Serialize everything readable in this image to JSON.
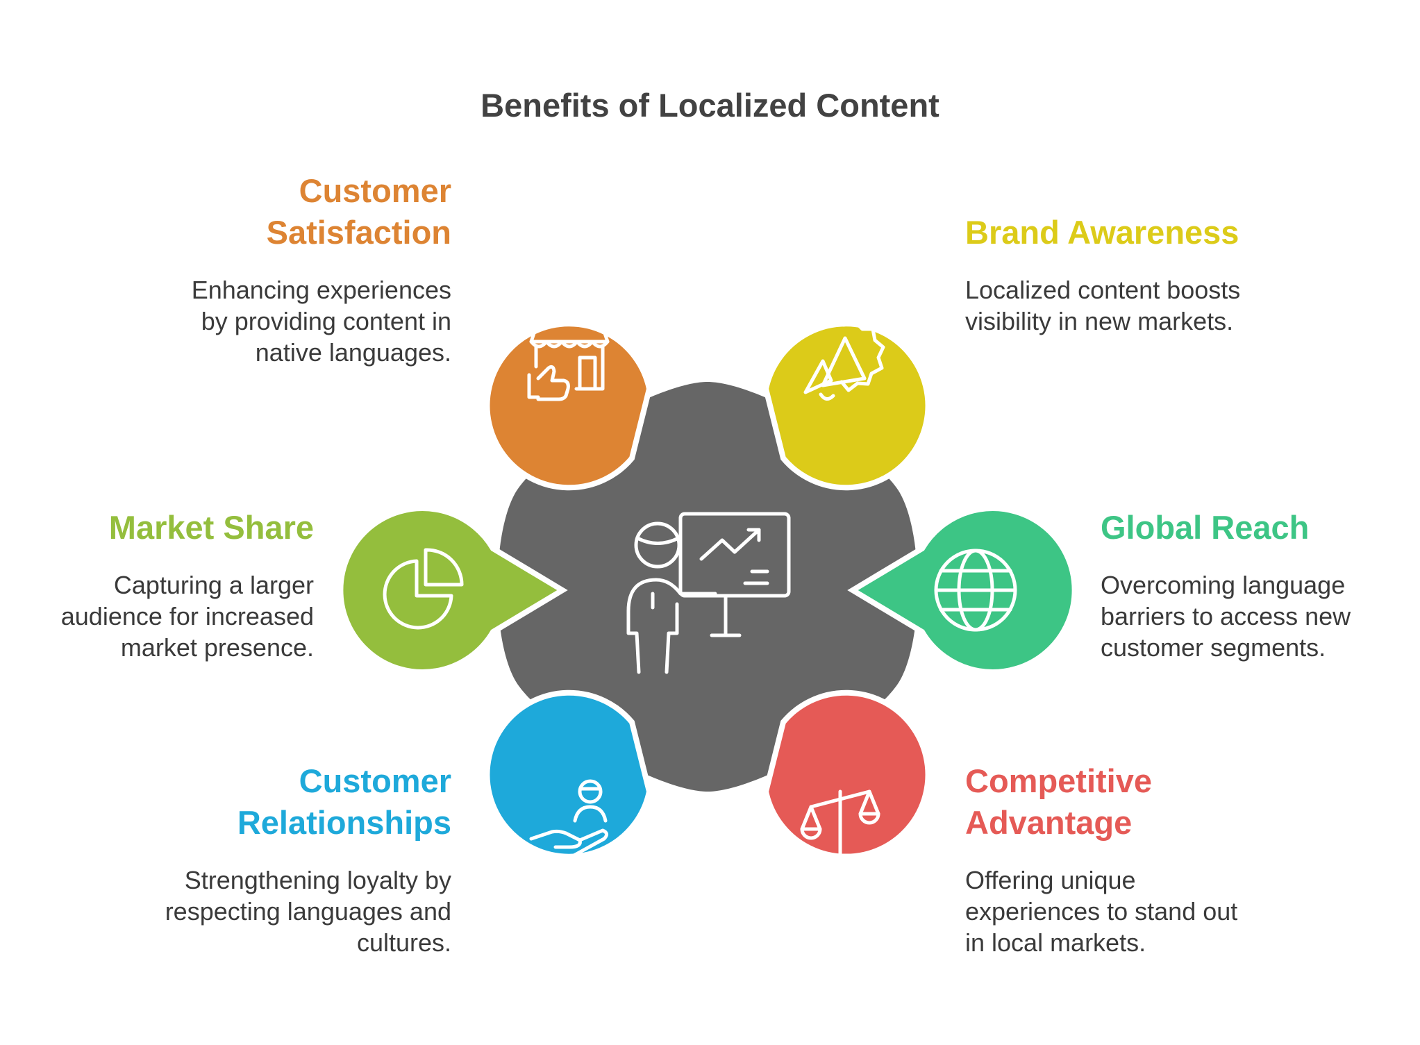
{
  "title": "Benefits of Localized Content",
  "colors": {
    "center": "#666666",
    "customer_satisfaction": "#DD8433",
    "brand_awareness": "#DCCB19",
    "market_share": "#94BE3D",
    "global_reach": "#3DC585",
    "customer_relationships": "#1EA9DA",
    "competitive_advantage": "#E55A56"
  },
  "center_icon": "presenter-chart-icon",
  "benefits": [
    {
      "key": "customer_satisfaction",
      "heading": "Customer Satisfaction",
      "description": "Enhancing experiences by providing content in native languages.",
      "icon": "storefront-thumbs-up-icon"
    },
    {
      "key": "brand_awareness",
      "heading": "Brand Awareness",
      "description": "Localized content boosts visibility in new markets.",
      "icon": "megaphone-icon"
    },
    {
      "key": "market_share",
      "heading": "Market Share",
      "description": "Capturing a larger audience for increased market presence.",
      "icon": "pie-chart-icon"
    },
    {
      "key": "global_reach",
      "heading": "Global Reach",
      "description": "Overcoming language barriers to access new customer segments.",
      "icon": "globe-icon"
    },
    {
      "key": "customer_relationships",
      "heading": "Customer Relationships",
      "description": "Strengthening loyalty by respecting languages and cultures.",
      "icon": "hand-person-icon"
    },
    {
      "key": "competitive_advantage",
      "heading": "Competitive Advantage",
      "description": "Offering unique experiences to stand out in local markets.",
      "icon": "balance-scale-icon"
    }
  ]
}
